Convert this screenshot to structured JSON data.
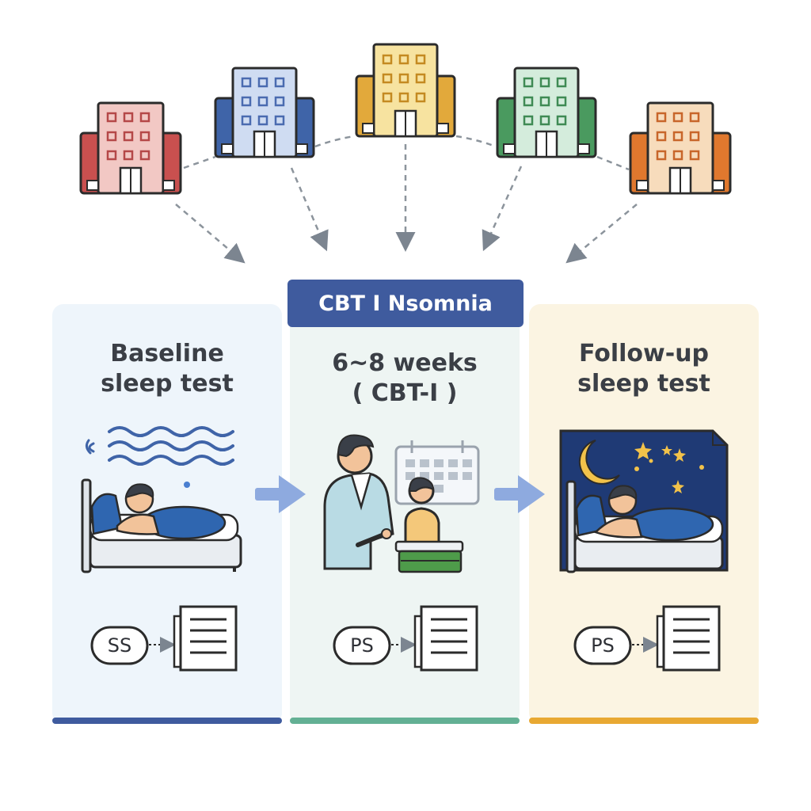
{
  "badge": {
    "text": "CBT I Nsomnia"
  },
  "panels": [
    {
      "title_line1": "Baseline",
      "title_line2": "sleep test",
      "ss_label": "SS"
    },
    {
      "title_line1": "6~8 weeks",
      "title_line2": "( CBT-I )",
      "ss_label": "PS"
    },
    {
      "title_line1": "Follow-up",
      "title_line2": "sleep test",
      "ss_label": "PS"
    }
  ],
  "colors": {
    "hospital_1": "#c9504f",
    "hospital_2": "#3f64a8",
    "hospital_3": "#e2a93b",
    "hospital_4": "#4a9a5f",
    "hospital_5": "#e0782e",
    "badge": "#3f5b9e",
    "panel_1_bg": "#eef5fb",
    "panel_2_bg": "#eef5f3",
    "panel_3_bg": "#fbf4e2",
    "arrow": "#8eaadf"
  },
  "icons": [
    "hospital-icon",
    "dashed-arrow",
    "wave-icon",
    "bed-sleeper-icon",
    "doctor-patient-icon",
    "calendar-icon",
    "night-sky-icon",
    "moon-icon",
    "star-icon",
    "document-icon",
    "right-arrow-icon"
  ]
}
